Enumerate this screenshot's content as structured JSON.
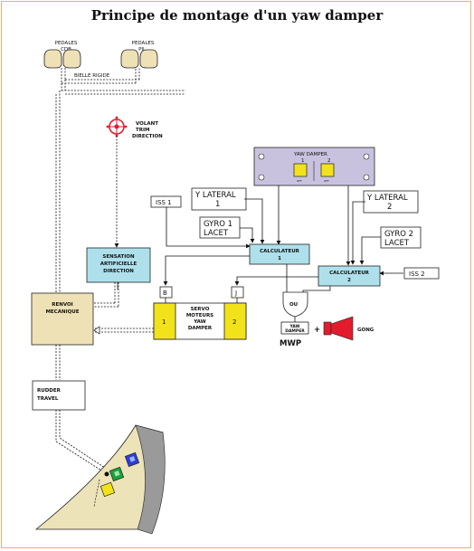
{
  "title": "Principe de montage d'un yaw damper",
  "pedals": {
    "left": [
      "PEDALES",
      "CDB"
    ],
    "right": [
      "PEDALES",
      "PIL."
    ],
    "rod": "BIELLE RIGIDE"
  },
  "trim": [
    "VOLANT",
    "TRIM",
    "DIRECTION"
  ],
  "sensation": [
    "SENSATION",
    "ARTIFICIELLE",
    "DIRECTION"
  ],
  "renvoi": [
    "RENVOI",
    "MECANIQUE"
  ],
  "rudder_travel": [
    "RUDDER",
    "TRAVEL"
  ],
  "yaw_panel": {
    "label": "YAW DAMPER",
    "ch1": "1",
    "ch2": "2",
    "switch_text": "OFF"
  },
  "inputs": {
    "iss1": "ISS 1",
    "iss2": "ISS 2",
    "ylat1": [
      "Y LATERAL",
      "1"
    ],
    "ylat2": [
      "Y LATERAL",
      "2"
    ],
    "gyro1": [
      "GYRO 1",
      "LACET"
    ],
    "gyro2": [
      "GYRO 2",
      "LACET"
    ]
  },
  "calc1": [
    "CALCULATEUR",
    "1"
  ],
  "calc2": [
    "CALCULATEUR",
    "2"
  ],
  "servo": {
    "label": [
      "SERVO",
      "MOTEURS",
      "YAW",
      "DAMPER"
    ],
    "left": "1",
    "right": "2",
    "tag_b": "B",
    "tag_j": "J"
  },
  "ou": "OU",
  "yaw_damper_box": [
    "YAW",
    "DAMPER"
  ],
  "plus": "+",
  "gong": "GONG",
  "mwp": "MWP",
  "colors": {
    "blue_box": "#aee0ec",
    "tan_box": "#efe1b6",
    "yellow": "#f2e21a",
    "panel": "#c9c2de",
    "red": "#e21c2c",
    "tail": "#ece3b9"
  }
}
